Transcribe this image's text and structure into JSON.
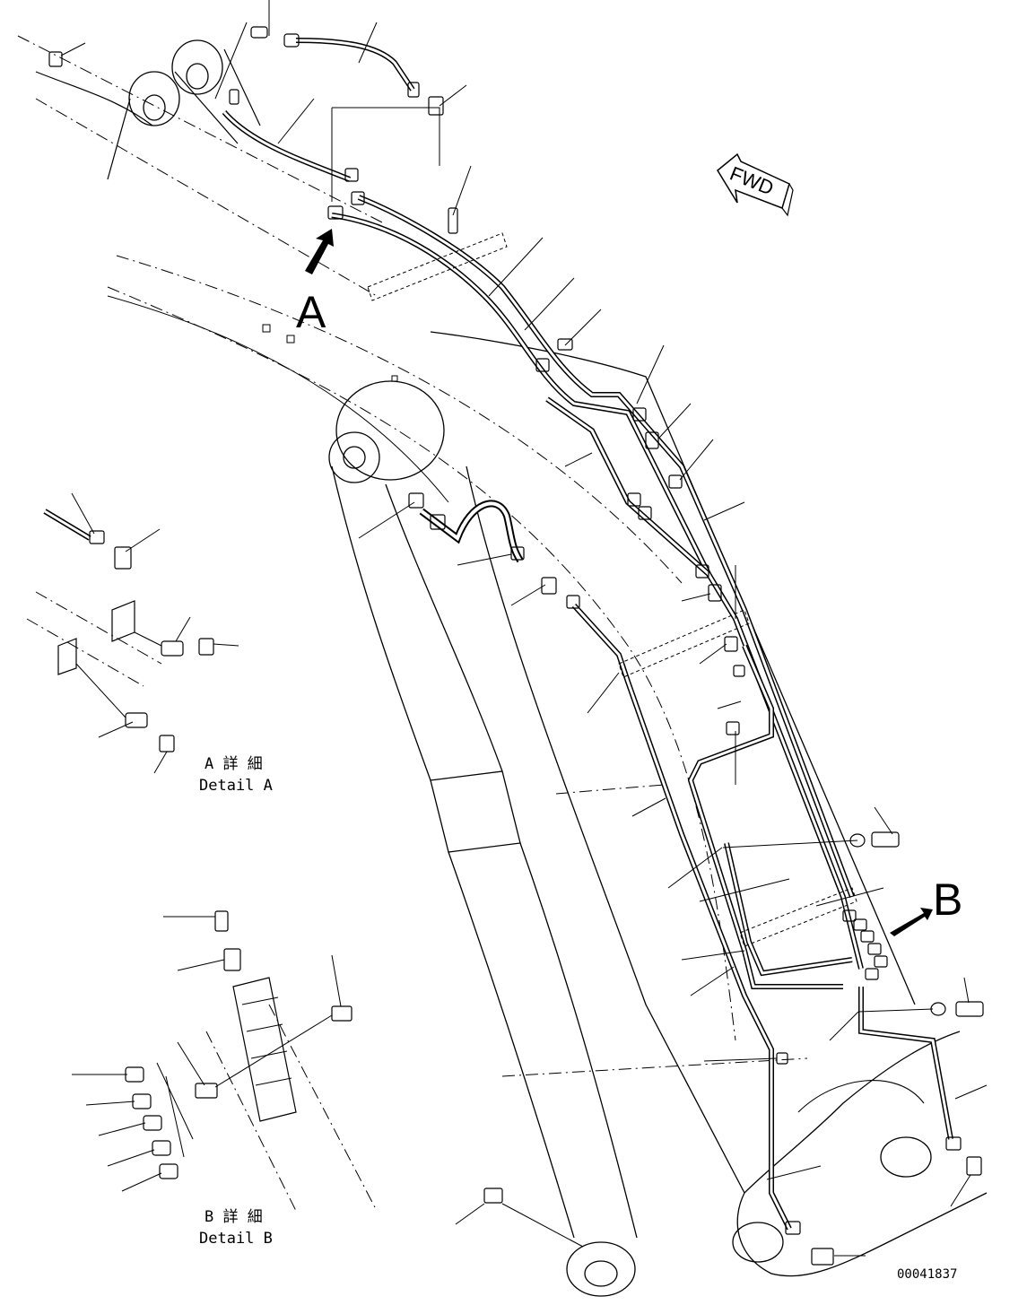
{
  "labels": {
    "view_a": "A",
    "view_b": "B",
    "fwd": "FWD",
    "detail_a_jp": "A 詳 細",
    "detail_a_en": "Detail A",
    "detail_b_jp": "B 詳 細",
    "detail_b_en": "Detail B",
    "drawing_number": "00041837"
  },
  "colors": {
    "line": "#000000",
    "background": "#ffffff"
  }
}
